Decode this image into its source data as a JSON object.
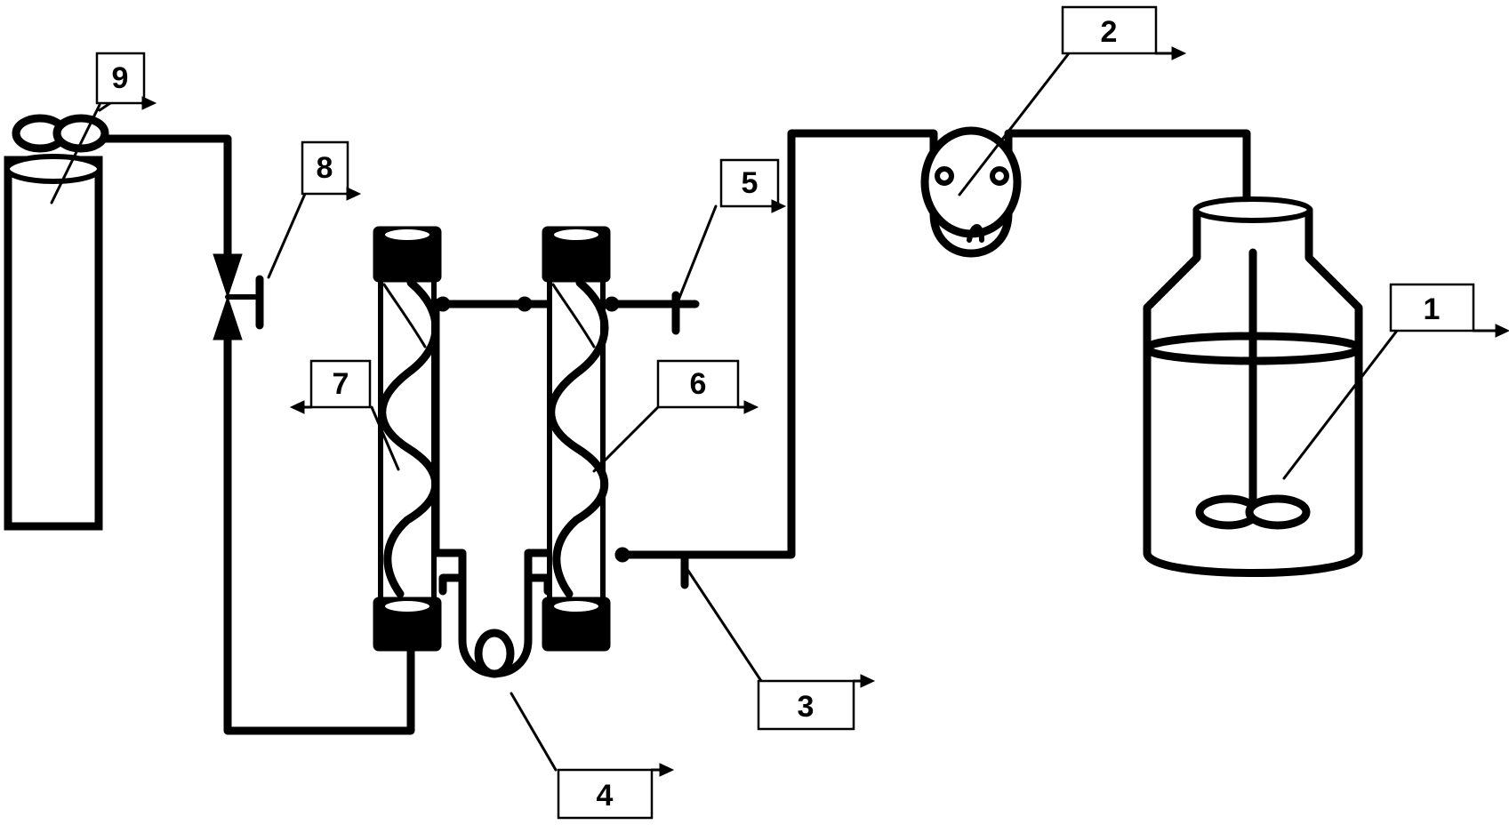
{
  "callouts": [
    {
      "id": "1",
      "text": "1"
    },
    {
      "id": "2",
      "text": "2"
    },
    {
      "id": "3",
      "text": "3"
    },
    {
      "id": "4",
      "text": "4"
    },
    {
      "id": "5",
      "text": "5"
    },
    {
      "id": "6",
      "text": "6"
    },
    {
      "id": "7",
      "text": "7"
    },
    {
      "id": "8",
      "text": "8"
    },
    {
      "id": "9",
      "text": "9"
    }
  ],
  "components": {
    "stirred_tank": "mixing-tank-icon",
    "pump": "peristaltic-pump-icon",
    "tee": "tee-fitting-icon",
    "u_tube": "u-tube-connector-icon",
    "vent": "vent-fitting-icon",
    "column_right": "packed-column-icon",
    "column_left": "packed-column-icon",
    "valve": "needle-valve-icon",
    "cylinder": "gas-cylinder-icon"
  },
  "colors": {
    "ink": "#000000",
    "paper": "#ffffff"
  }
}
